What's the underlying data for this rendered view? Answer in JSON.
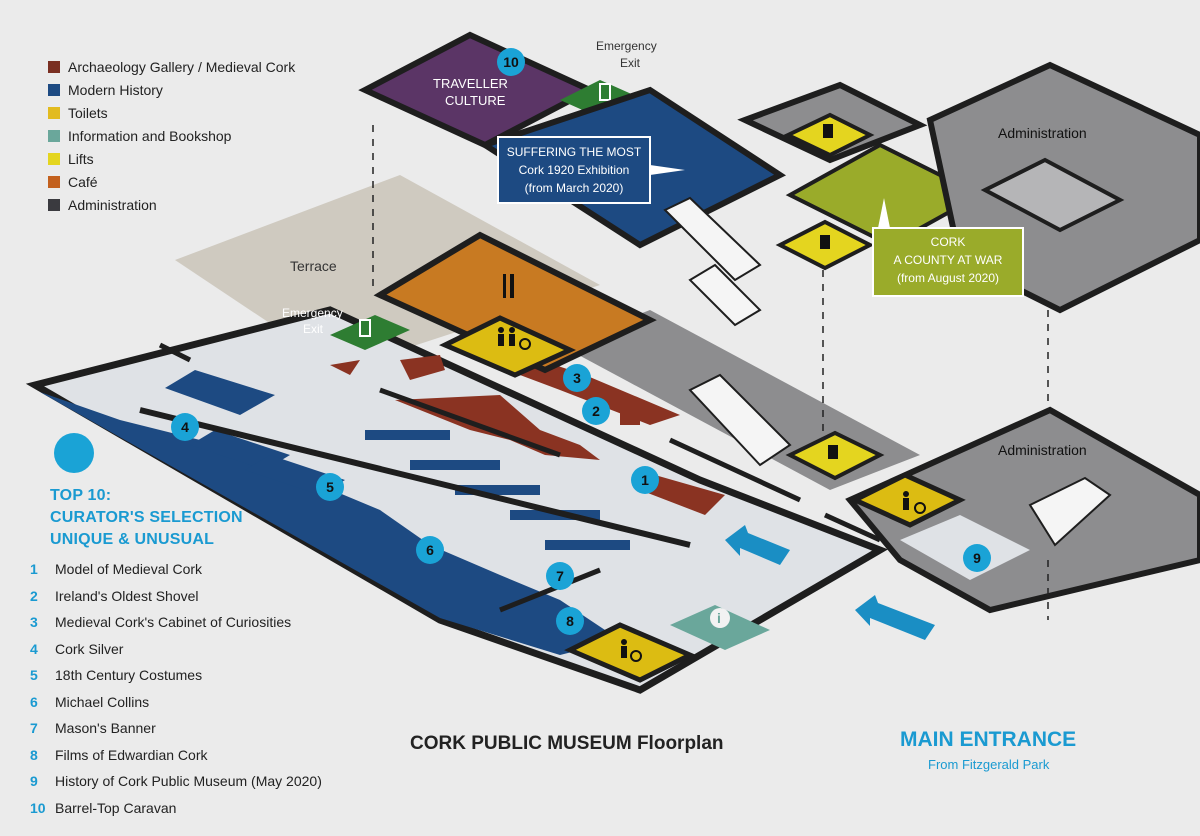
{
  "legend": [
    {
      "label": "Archaeology Gallery / Medieval Cork",
      "color": "#7a2f22"
    },
    {
      "label": "Modern History",
      "color": "#1d4a82"
    },
    {
      "label": "Toilets",
      "color": "#e2bb1f"
    },
    {
      "label": "Information and Bookshop",
      "color": "#6aa79b"
    },
    {
      "label": "Lifts",
      "color": "#e4d51f"
    },
    {
      "label": "Café",
      "color": "#c3601d"
    },
    {
      "label": "Administration",
      "color": "#3a3a3f"
    }
  ],
  "top10": {
    "heading_line1": "TOP 10:",
    "heading_line2": "CURATOR'S SELECTION",
    "heading_line3": "UNIQUE & UNUSUAL",
    "items": [
      {
        "num": "1",
        "label": "Model of Medieval Cork"
      },
      {
        "num": "2",
        "label": "Ireland's Oldest Shovel"
      },
      {
        "num": "3",
        "label": "Medieval Cork's Cabinet of Curiosities"
      },
      {
        "num": "4",
        "label": "Cork Silver"
      },
      {
        "num": "5",
        "label": "18th Century Costumes"
      },
      {
        "num": "6",
        "label": "Michael Collins"
      },
      {
        "num": "7",
        "label": "Mason's Banner"
      },
      {
        "num": "8",
        "label": "Films of Edwardian Cork"
      },
      {
        "num": "9",
        "label": "History of Cork Public Museum (May 2020)"
      },
      {
        "num": "10",
        "label": "Barrel-Top Caravan"
      }
    ]
  },
  "map": {
    "traveller_culture": [
      "TRAVELLER",
      "CULTURE"
    ],
    "emergency_exit_top": [
      "Emergency",
      "Exit"
    ],
    "emergency_exit_terrace": [
      "Emergency",
      "Exit"
    ],
    "terrace": "Terrace",
    "administration_top": "Administration",
    "administration_right": "Administration",
    "suffering_box": [
      "SUFFERING THE MOST",
      "Cork 1920 Exhibition",
      "(from March 2020)"
    ],
    "cork_war_box": [
      "CORK",
      "A COUNTY AT WAR",
      "(from August 2020)"
    ],
    "info_symbol": "i"
  },
  "title_bold": "CORK PUBLIC MUSEUM",
  "title_rest": " Floorplan",
  "main_entrance": "MAIN ENTRANCE",
  "main_entrance_sub": "From Fitzgerald Park",
  "colors": {
    "floor": "#dfe2e6",
    "wall": "#1e1e1e",
    "admin": "#8d8d8f",
    "modern": "#1d4a82",
    "archaeology": "#8a3322",
    "cafe": "#c87a22",
    "toilets": "#dcbc12",
    "info": "#6aa79b",
    "lift_green": "#9aab2a",
    "purple": "#5b3566",
    "exit_green": "#2e7d32",
    "terrace": "#cfcac0",
    "accent_blue": "#1aa3d6"
  }
}
